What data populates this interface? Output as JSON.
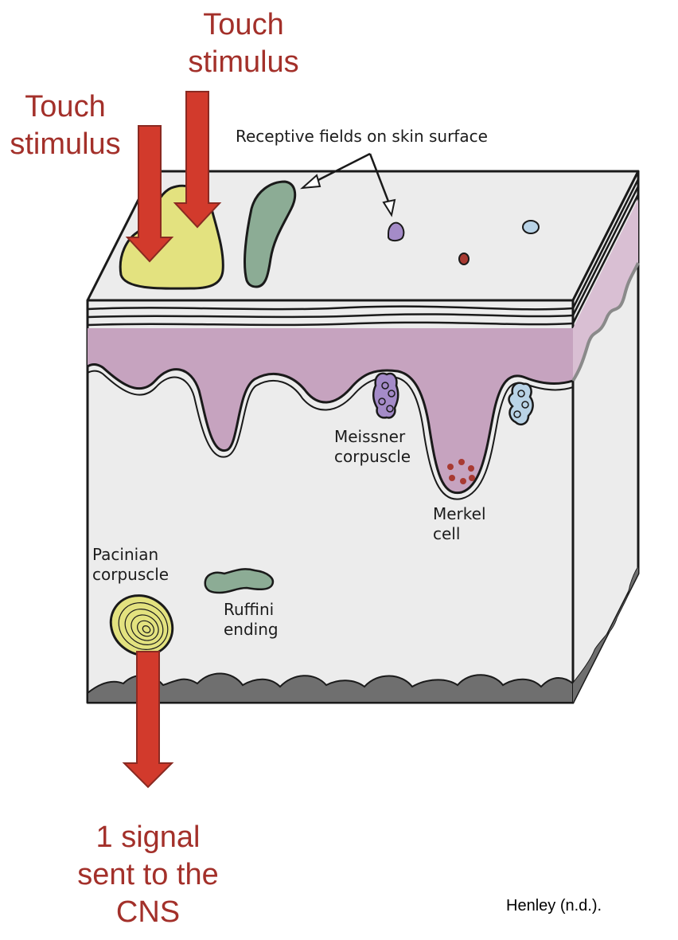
{
  "labels": {
    "touch_stimulus_right_line1": "Touch",
    "touch_stimulus_right_line2": "stimulus",
    "touch_stimulus_left_line1": "Touch",
    "touch_stimulus_left_line2": "stimulus",
    "receptive_fields": "Receptive fields on skin surface",
    "meissner_line1": "Meissner",
    "meissner_line2": "corpuscle",
    "merkel_line1": "Merkel",
    "merkel_line2": "cell",
    "pacinian_line1": "Pacinian",
    "pacinian_line2": "corpuscle",
    "ruffini_line1": "Ruffini",
    "ruffini_line2": "ending",
    "signal_line1": "1 signal",
    "signal_line2": "sent to the",
    "signal_line3": "CNS",
    "credit": "Henley (n.d.)."
  },
  "colors": {
    "arrow_red": "#d23a2c",
    "label_red": "#a3302a",
    "pacinian_yellow": "#e3e27f",
    "ruffini_green": "#8cac95",
    "meissner_purple": "#a48bc8",
    "merkel_red": "#a83a32",
    "free_ending_blue": "#b9d3e6",
    "dermis_pink": "#c6a3bf",
    "skin_gray": "#ececec",
    "subcutaneous_gray": "#6f6f6f"
  }
}
